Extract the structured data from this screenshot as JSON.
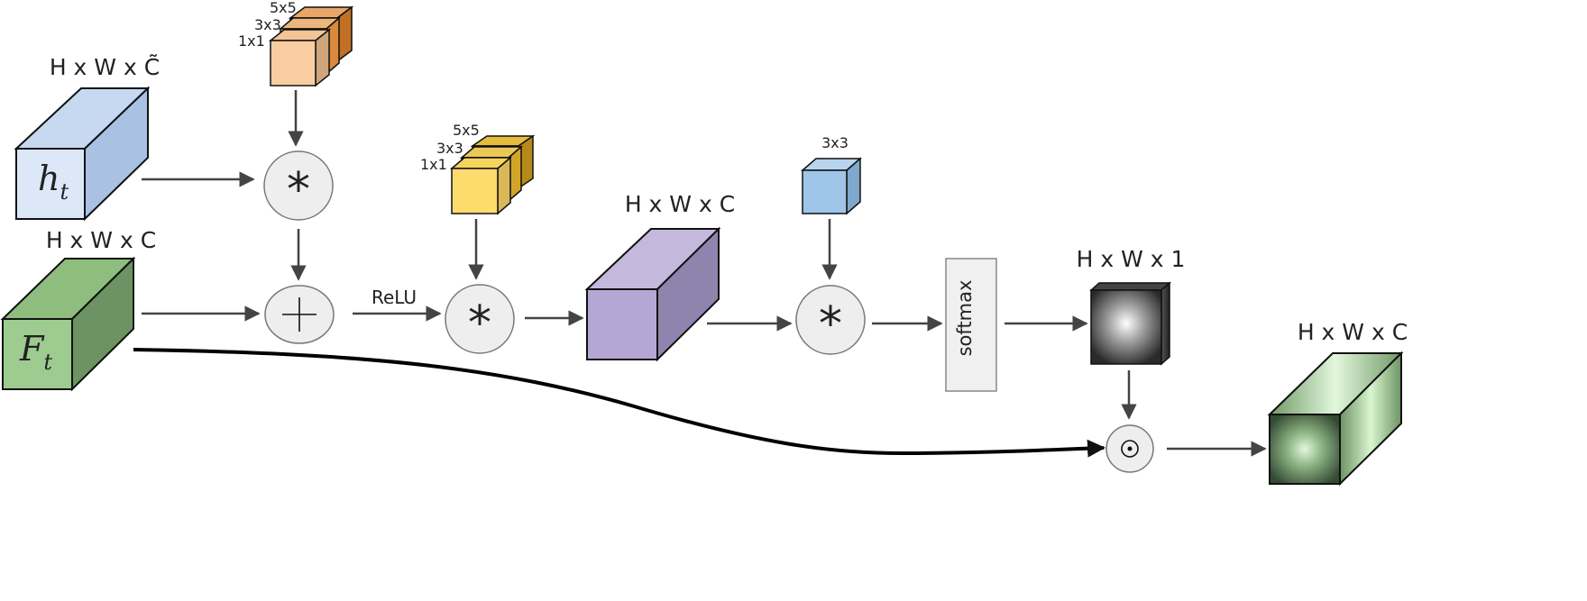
{
  "nodes": {
    "hidden_state": {
      "label": "H x W x C̃",
      "symbol": "h",
      "subscript": "t"
    },
    "feature": {
      "label": "H x W x C",
      "symbol": "F",
      "subscript": "t"
    },
    "kernel_bank_1": {
      "sizes": [
        "5x5",
        "3x3",
        "1x1"
      ]
    },
    "kernel_bank_2": {
      "sizes": [
        "5x5",
        "3x3",
        "1x1"
      ]
    },
    "hidden_out": {
      "label": "H x W x C"
    },
    "kernel_single": {
      "size": "3x3"
    },
    "softmax": {
      "label": "softmax"
    },
    "attention_map": {
      "label": "H x W x 1"
    },
    "output": {
      "label": "H x W x C"
    }
  },
  "ops": {
    "conv_symbol": "*",
    "add_symbol": "+",
    "hadamard_symbol": "⊙",
    "activation": "ReLU"
  },
  "colors": {
    "hidden_front": "#dce8f8",
    "hidden_top": "#c6d9f1",
    "hidden_side": "#a9c2e3",
    "feature_front": "#9ecb8f",
    "feature_top": "#8fbd7e",
    "feature_side": "#6d9363",
    "orange": [
      "#f9cda0",
      "#e8a766",
      "#d9883c",
      "#c27025"
    ],
    "yellow": [
      "#fddb6d",
      "#e5bd3c",
      "#d2a52a",
      "#b58a1a"
    ],
    "purple_front": "#b4a7d6",
    "purple_top": "#c4b9dd",
    "purple_side": "#8e84ad",
    "blue_kernel": "#9fc5e8",
    "blue_kernel_side": "#7fa8cc",
    "op_fill": "#eeeeee",
    "softmax_fill": "#f0f0f0",
    "arrow": "#444444"
  }
}
